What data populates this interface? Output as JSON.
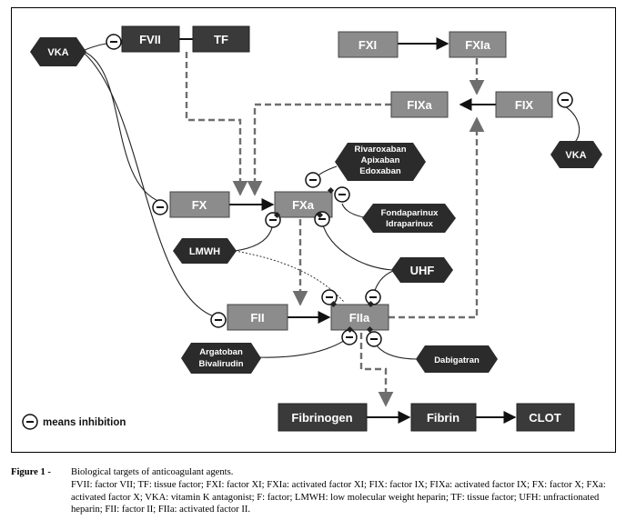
{
  "nodes": {
    "fvii": "FVII",
    "tf": "TF",
    "fxi": "FXI",
    "fxia": "FXIa",
    "fixa": "FIXa",
    "fix": "FIX",
    "fx": "FX",
    "fxa": "FXa",
    "fii": "FII",
    "fiia": "FIIa",
    "fibrinogen": "Fibrinogen",
    "fibrin": "Fibrin",
    "clot": "CLOT"
  },
  "drugs": {
    "vka_left": "VKA",
    "vka_right": "VKA",
    "xaban_1": "Rivaroxaban",
    "xaban_2": "Apixaban",
    "xaban_3": "Edoxaban",
    "fonda_1": "Fondaparinux",
    "fonda_2": "Idraparinux",
    "lmwh": "LMWH",
    "uhf": "UHF",
    "argatoban_1": "Argatoban",
    "argatoban_2": "Bivalirudin",
    "dabigatran": "Dabigatran"
  },
  "legend_inhibition": "means inhibition",
  "inhibition_symbol": "−",
  "caption": {
    "label": "Figure 1 -",
    "title": "Biological targets of anticoagulant agents.",
    "legend": "FVII: factor VII; TF: tissue factor; FXI: factor XI; FXIa: activated factor XI; FIX: factor IX; FIXa: activated factor IX; FX: factor X; FXa: activated factor X; VKA: vitamin K antagonist; F: factor; LMWH: low molecular weight heparin; TF: tissue factor; UFH: unfractionated heparin; FII: factor II; FIIa: activated factor II."
  },
  "colors": {
    "factor_fill": "#8c8c8c",
    "product_fill": "#3a3a3a",
    "drug_fill": "#2b2b2b",
    "line": "#222222",
    "dashed": "#6e6e6e"
  }
}
